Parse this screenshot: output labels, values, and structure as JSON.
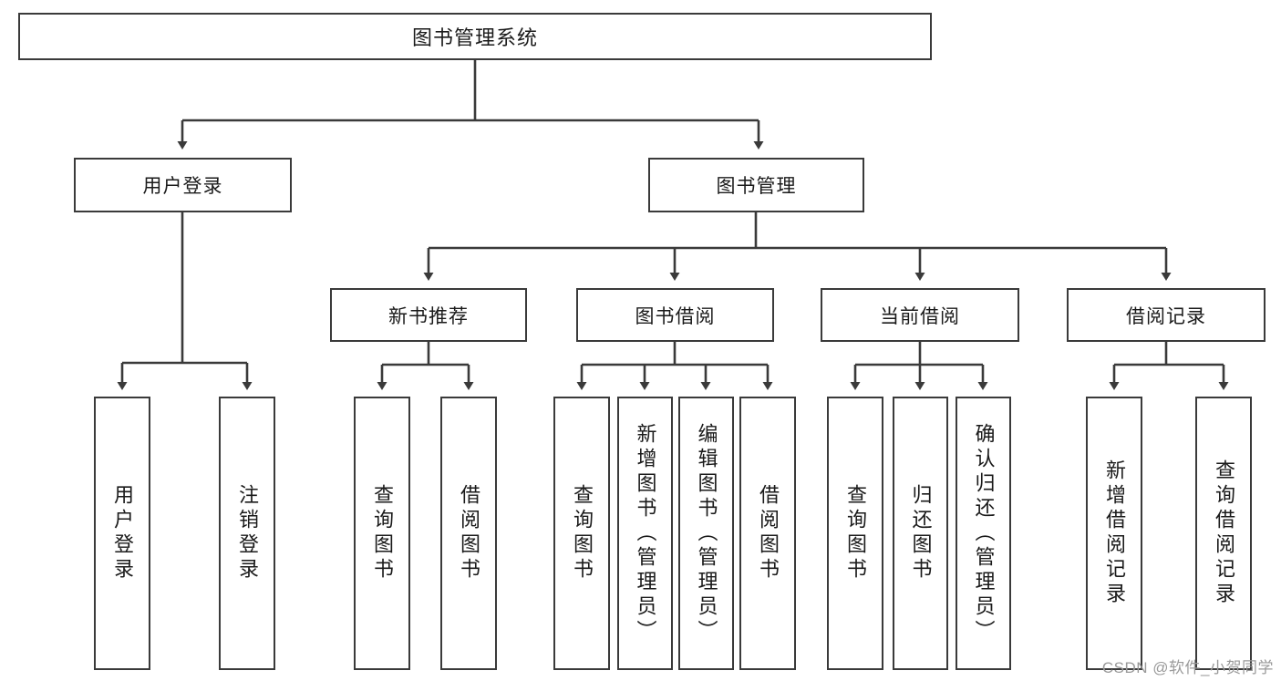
{
  "diagram": {
    "title": "图书管理系统",
    "type": "tree",
    "colors": {
      "box_border": "#3a3a3a",
      "box_fill": "#ffffff",
      "edge": "#3a3a3a",
      "text": "#1a1a1a",
      "watermark": "#9a9a9a"
    },
    "nodes": {
      "root": {
        "label": "图书管理系统"
      },
      "level2": [
        {
          "id": "user-login",
          "label": "用户登录"
        },
        {
          "id": "book-manage",
          "label": "图书管理"
        }
      ],
      "level3": [
        {
          "id": "new-book-rec",
          "label": "新书推荐"
        },
        {
          "id": "book-borrow",
          "label": "图书借阅"
        },
        {
          "id": "current-borrow",
          "label": "当前借阅"
        },
        {
          "id": "borrow-record",
          "label": "借阅记录"
        }
      ],
      "leaves": [
        {
          "id": "leaf-user-login",
          "label": "用户登录",
          "parent": "user-login"
        },
        {
          "id": "leaf-logout",
          "label": "注销登录",
          "parent": "user-login"
        },
        {
          "id": "leaf-query-book-1",
          "label": "查询图书",
          "parent": "new-book-rec"
        },
        {
          "id": "leaf-borrow-book-1",
          "label": "借阅图书",
          "parent": "new-book-rec"
        },
        {
          "id": "leaf-query-book-2",
          "label": "查询图书",
          "parent": "book-borrow"
        },
        {
          "id": "leaf-add-book",
          "label": "新增图书（管理员）",
          "parent": "book-borrow"
        },
        {
          "id": "leaf-edit-book",
          "label": "编辑图书（管理员）",
          "parent": "book-borrow"
        },
        {
          "id": "leaf-borrow-book-2",
          "label": "借阅图书",
          "parent": "book-borrow"
        },
        {
          "id": "leaf-query-book-3",
          "label": "查询图书",
          "parent": "current-borrow"
        },
        {
          "id": "leaf-return-book",
          "label": "归还图书",
          "parent": "current-borrow"
        },
        {
          "id": "leaf-confirm-return",
          "label": "确认归还（管理员）",
          "parent": "current-borrow"
        },
        {
          "id": "leaf-add-record",
          "label": "新增借阅记录",
          "parent": "borrow-record"
        },
        {
          "id": "leaf-query-record",
          "label": "查询借阅记录",
          "parent": "borrow-record"
        }
      ]
    }
  },
  "watermark": {
    "text": "CSDN @软件_小贺同学"
  }
}
